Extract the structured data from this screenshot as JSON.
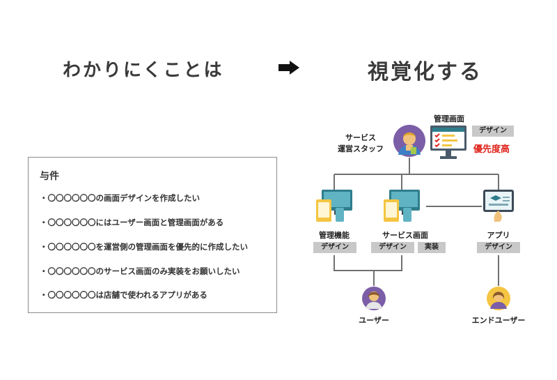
{
  "headings": {
    "left": "わかりにくことは",
    "right": "視覚化する"
  },
  "requirements": {
    "title": "与件",
    "items": [
      "・〇〇〇〇〇〇の画面デザインを作成したい",
      "・〇〇〇〇〇〇にはユーザー画面と管理画面がある",
      "・〇〇〇〇〇〇を運営側の管理画面を優先的に作成したい",
      "・〇〇〇〇〇〇のサービス画面のみ実装をお願いしたい",
      "・〇〇〇〇〇〇は店舗で使われるアプリがある"
    ]
  },
  "diagram": {
    "staff_label": [
      "サービス",
      "運営スタッフ"
    ],
    "admin": {
      "label": "管理画面",
      "tag": "デザイン",
      "priority": "優先度高"
    },
    "nodes": [
      {
        "label": "管理機能",
        "tags": [
          "デザイン"
        ]
      },
      {
        "label": "サービス画面",
        "tags": [
          "デザイン",
          "実装"
        ]
      },
      {
        "label": "アプリ",
        "tags": [
          "デザイン"
        ]
      }
    ],
    "users": [
      {
        "label": "ユーザー"
      },
      {
        "label": "エンドユーザー"
      }
    ]
  },
  "colors": {
    "line": "#707070",
    "tag_bg": "#c8c8c8",
    "priority": "#e0261e",
    "avatar_bg": "#7b5ea7",
    "monitor": "#2f7d8c",
    "tablet": "#f4c542"
  }
}
